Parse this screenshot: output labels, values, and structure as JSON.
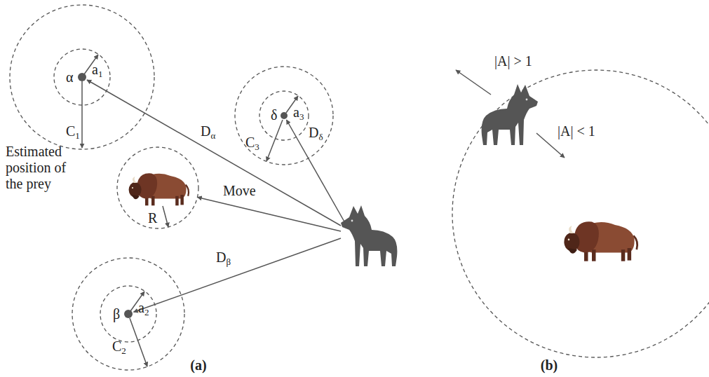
{
  "diagram": {
    "labels": [
      "α",
      "a",
      "1",
      "C",
      "1",
      "D",
      "α",
      "δ",
      "a",
      "3",
      "C",
      "3",
      "D",
      "δ",
      "Estimated position of the prey",
      "Move",
      "R",
      "D",
      "β",
      "β",
      "a",
      "2",
      "C",
      "2",
      "(a)",
      "(b)",
      "|A| > 1",
      "|A| < 1"
    ]
  }
}
